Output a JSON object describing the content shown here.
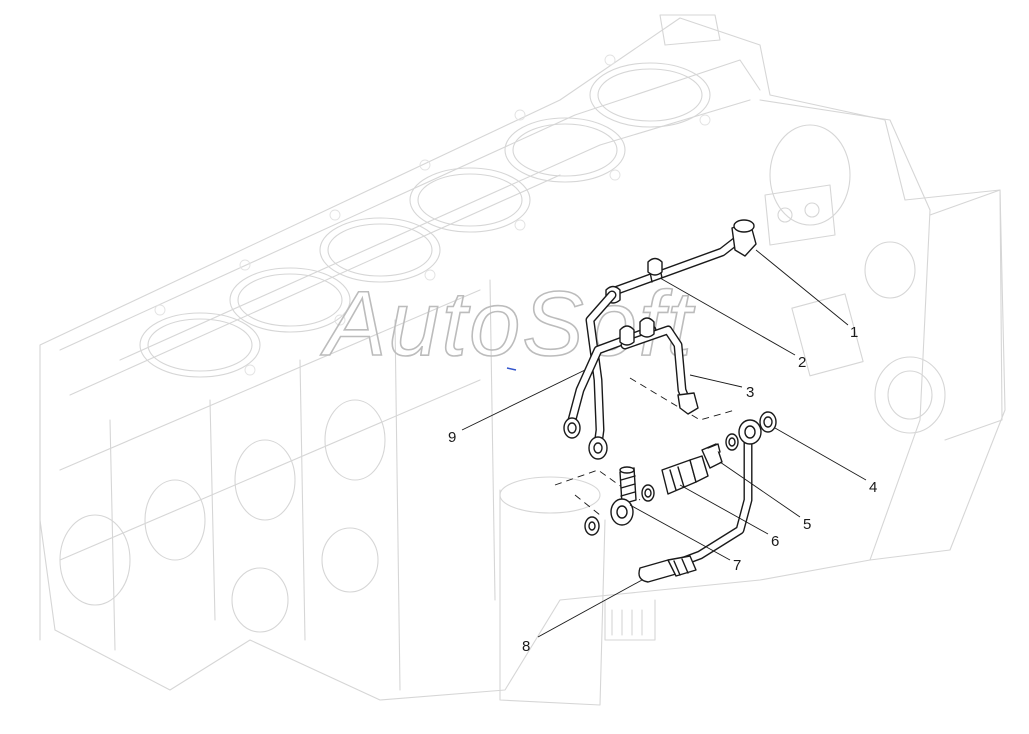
{
  "watermark": "AutoSoft",
  "callouts": [
    {
      "id": "1",
      "label": "1"
    },
    {
      "id": "2",
      "label": "2"
    },
    {
      "id": "3",
      "label": "3"
    },
    {
      "id": "4",
      "label": "4"
    },
    {
      "id": "5",
      "label": "5"
    },
    {
      "id": "6",
      "label": "6"
    },
    {
      "id": "7",
      "label": "7"
    },
    {
      "id": "8",
      "label": "8"
    },
    {
      "id": "9",
      "label": "9"
    }
  ],
  "colors": {
    "line": "#1a1a1a",
    "ghost": "#d6d6d6",
    "background": "#ffffff"
  }
}
